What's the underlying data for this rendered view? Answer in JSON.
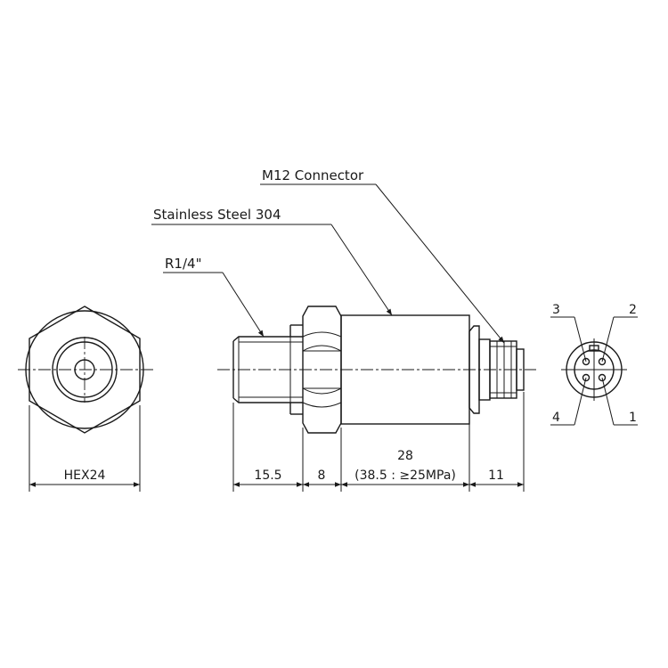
{
  "callouts": {
    "m12": "M12 Connector",
    "steel": "Stainless Steel 304",
    "thread": "R1/4\""
  },
  "dimensions": {
    "hex": "HEX24",
    "thread_len": "15.5",
    "hex_len": "8",
    "body_len": "28",
    "body_len_alt": "(38.5 : ≥25MPa)",
    "conn_len": "11"
  },
  "pins": [
    "1",
    "2",
    "3",
    "4"
  ]
}
